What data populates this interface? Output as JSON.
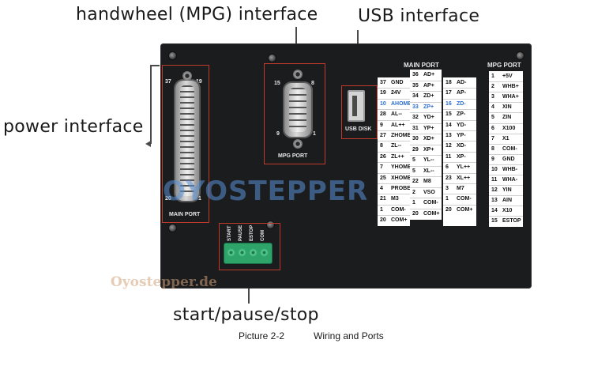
{
  "callouts": {
    "handwheel": "handwheel (MPG) interface",
    "usb": "USB interface",
    "power": "power interface",
    "start": "start/pause/stop"
  },
  "caption": {
    "label": "Picture 2-2",
    "text": "Wiring and Ports"
  },
  "watermark": {
    "logo": "OYOSTEPPER",
    "url": "Oyostepper.de"
  },
  "panel_labels": {
    "main_port": "MAIN PORT",
    "mpg_port": "MPG PORT",
    "usb_disk": "USB DISK",
    "main_pin_37": "37",
    "main_pin_19": "19",
    "main_pin_20": "20",
    "main_pin_1": "1",
    "mpg_pin_15": "15",
    "mpg_pin_8": "8",
    "mpg_pin_9": "9",
    "mpg_pin_1": "1"
  },
  "terminal_labels": [
    "START",
    "PAUSE",
    "ESTOP",
    "COM"
  ],
  "main_port_table": {
    "title": "MAIN PORT",
    "col1": [
      {
        "n": "37",
        "s": "GND"
      },
      {
        "n": "19",
        "s": "24V"
      },
      {
        "n": "10",
        "s": "AHOME"
      },
      {
        "n": "28",
        "s": "AL--"
      },
      {
        "n": "9",
        "s": "AL++"
      },
      {
        "n": "27",
        "s": "ZHOME"
      },
      {
        "n": "8",
        "s": "ZL--"
      },
      {
        "n": "26",
        "s": "ZL++"
      },
      {
        "n": "7",
        "s": "YHOME"
      },
      {
        "n": "25",
        "s": "XHOME"
      },
      {
        "n": "4",
        "s": "PROBE"
      },
      {
        "n": "21",
        "s": "M3"
      },
      {
        "n": "1",
        "s": "COM-"
      },
      {
        "n": "20",
        "s": "COM+"
      }
    ],
    "col2": [
      {
        "n": "36",
        "s": "AD+"
      },
      {
        "n": "35",
        "s": "AP+"
      },
      {
        "n": "34",
        "s": "ZD+"
      },
      {
        "n": "33",
        "s": "ZP+"
      },
      {
        "n": "32",
        "s": "YD+"
      },
      {
        "n": "31",
        "s": "YP+"
      },
      {
        "n": "30",
        "s": "XD+"
      },
      {
        "n": "29",
        "s": "XP+"
      },
      {
        "n": "5",
        "s": "YL--"
      },
      {
        "n": "5",
        "s": "XL--"
      },
      {
        "n": "22",
        "s": "M8"
      },
      {
        "n": "2",
        "s": "VSO"
      },
      {
        "n": "1",
        "s": "COM-"
      },
      {
        "n": "20",
        "s": "COM+"
      }
    ],
    "col3": [
      {
        "n": "18",
        "s": "AD-"
      },
      {
        "n": "17",
        "s": "AP-"
      },
      {
        "n": "16",
        "s": "ZD-"
      },
      {
        "n": "15",
        "s": "ZP-"
      },
      {
        "n": "14",
        "s": "YD-"
      },
      {
        "n": "13",
        "s": "YP-"
      },
      {
        "n": "12",
        "s": "XD-"
      },
      {
        "n": "11",
        "s": "XP-"
      },
      {
        "n": "6",
        "s": "YL++"
      },
      {
        "n": "23",
        "s": "XL++"
      },
      {
        "n": "3",
        "s": "M7"
      },
      {
        "n": "1",
        "s": "COM-"
      },
      {
        "n": "20",
        "s": "COM+"
      }
    ]
  },
  "mpg_port_table": {
    "title": "MPG PORT",
    "rows": [
      {
        "n": "1",
        "s": "+5V"
      },
      {
        "n": "2",
        "s": "WHB+"
      },
      {
        "n": "3",
        "s": "WHA+"
      },
      {
        "n": "4",
        "s": "XIN"
      },
      {
        "n": "5",
        "s": "ZIN"
      },
      {
        "n": "6",
        "s": "X100"
      },
      {
        "n": "7",
        "s": "X1"
      },
      {
        "n": "8",
        "s": "COM-"
      },
      {
        "n": "9",
        "s": "GND"
      },
      {
        "n": "10",
        "s": "WHB-"
      },
      {
        "n": "11",
        "s": "WHA-"
      },
      {
        "n": "12",
        "s": "YIN"
      },
      {
        "n": "13",
        "s": "AIN"
      },
      {
        "n": "14",
        "s": "X10"
      },
      {
        "n": "15",
        "s": "ESTOP"
      }
    ]
  },
  "colors": {
    "panel": "#1b1c1e",
    "highlight": "#c0392b",
    "terminal": "#2ea36a",
    "blue_text": "#2d6fd0"
  }
}
